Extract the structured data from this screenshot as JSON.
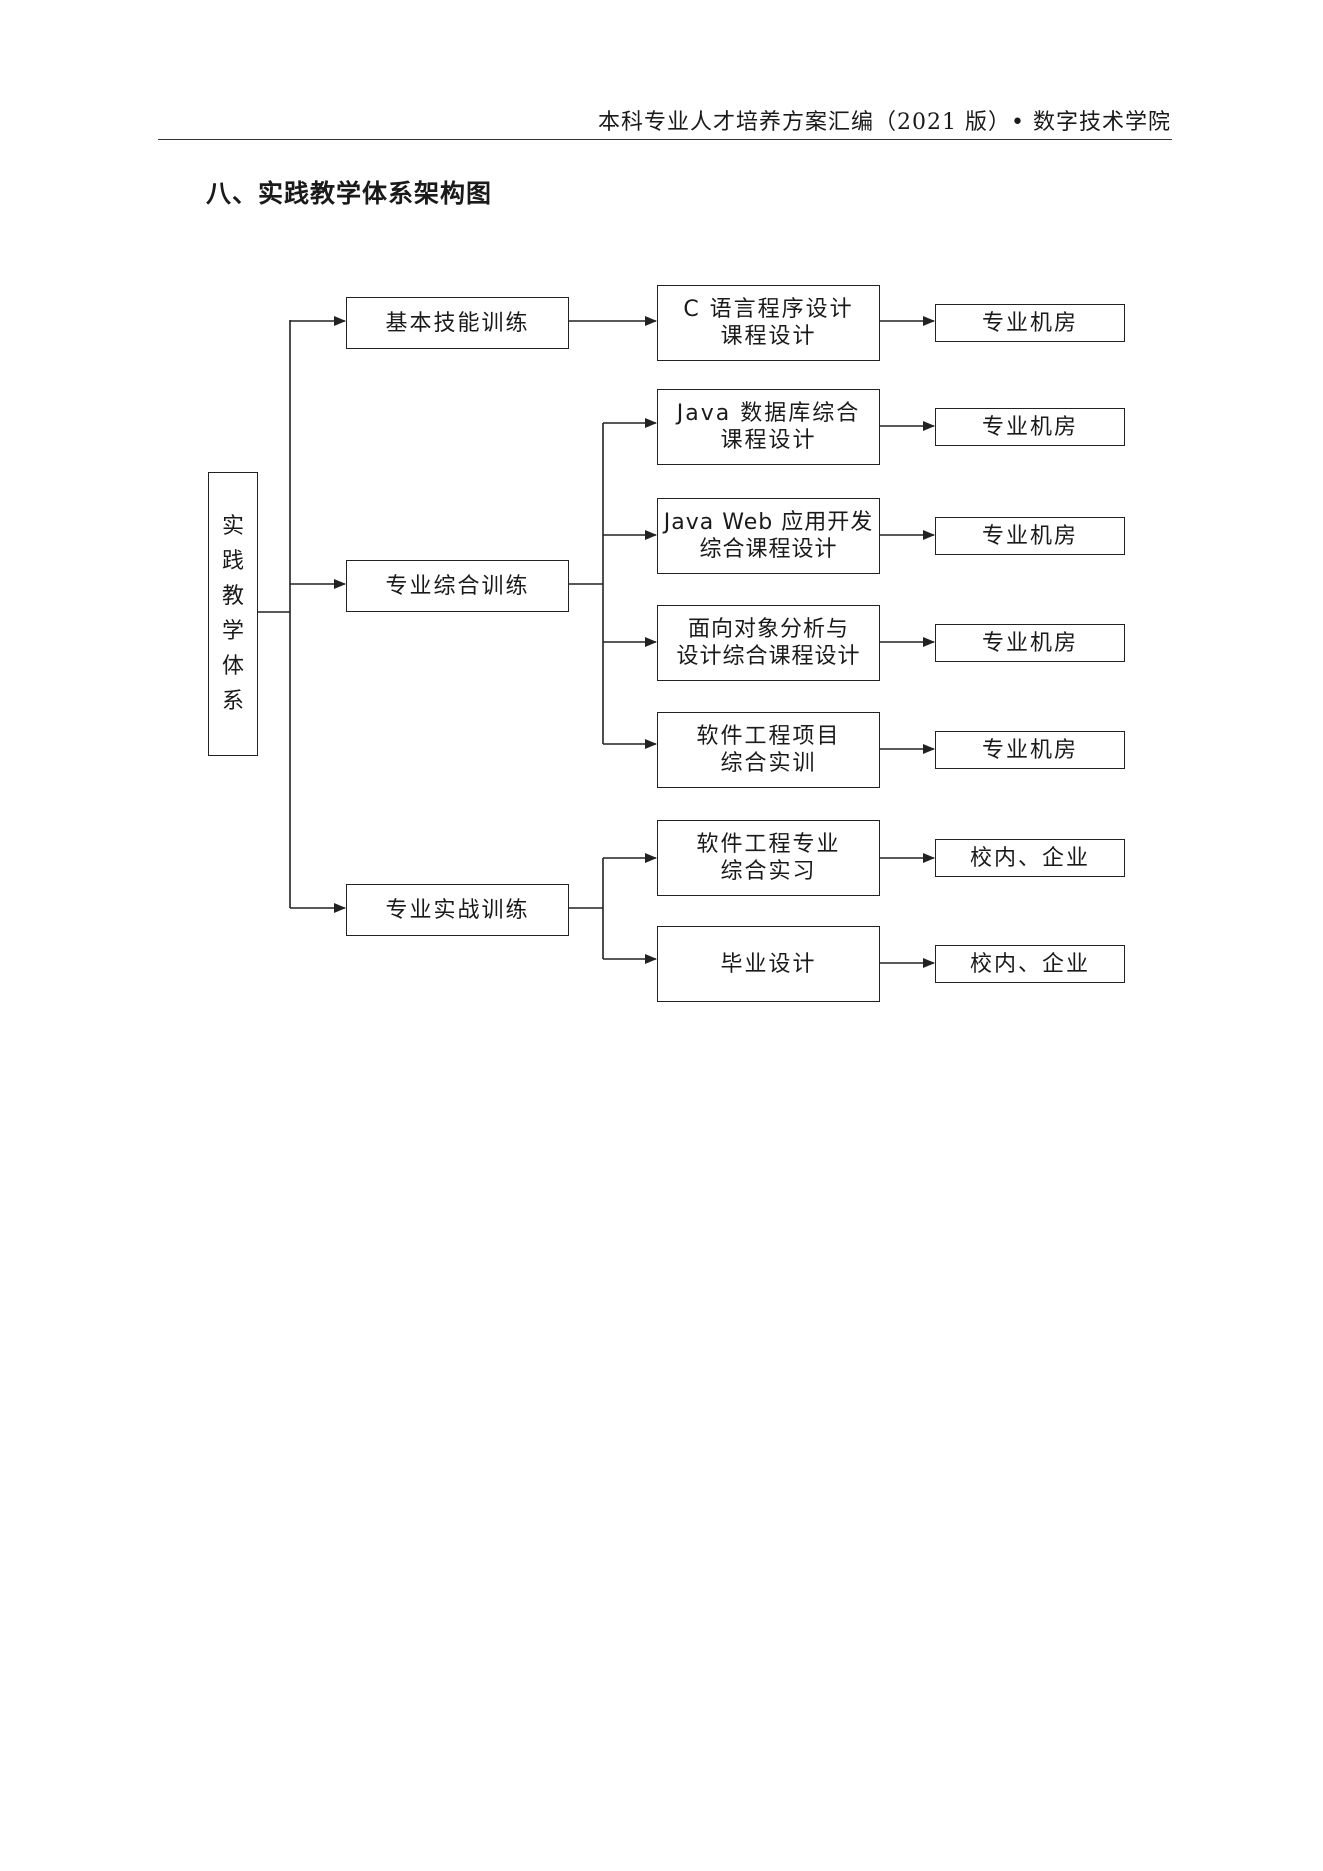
{
  "header": {
    "text": "本科专业人才培养方案汇编（2021 版）• 数字技术学院"
  },
  "section": {
    "title": "八、实践教学体系架构图"
  },
  "diagram": {
    "root": {
      "chars": [
        "实",
        "践",
        "教",
        "学",
        "体",
        "系"
      ]
    },
    "categories": [
      {
        "label": "基本技能训练"
      },
      {
        "label": "专业综合训练"
      },
      {
        "label": "专业实战训练"
      }
    ],
    "courses": [
      {
        "lines": [
          "C 语言程序设计",
          "课程设计"
        ]
      },
      {
        "lines": [
          "Java 数据库综合",
          "课程设计"
        ]
      },
      {
        "lines": [
          "Java Web 应用开发",
          "综合课程设计"
        ]
      },
      {
        "lines": [
          "面向对象分析与",
          "设计综合课程设计"
        ]
      },
      {
        "lines": [
          "软件工程项目",
          "综合实训"
        ]
      },
      {
        "lines": [
          "软件工程专业",
          "综合实习"
        ]
      },
      {
        "lines": [
          "毕业设计"
        ]
      }
    ],
    "venues": [
      {
        "label": "专业机房"
      },
      {
        "label": "专业机房"
      },
      {
        "label": "专业机房"
      },
      {
        "label": "专业机房"
      },
      {
        "label": "专业机房"
      },
      {
        "label": "校内、企业"
      },
      {
        "label": "校内、企业"
      }
    ]
  }
}
